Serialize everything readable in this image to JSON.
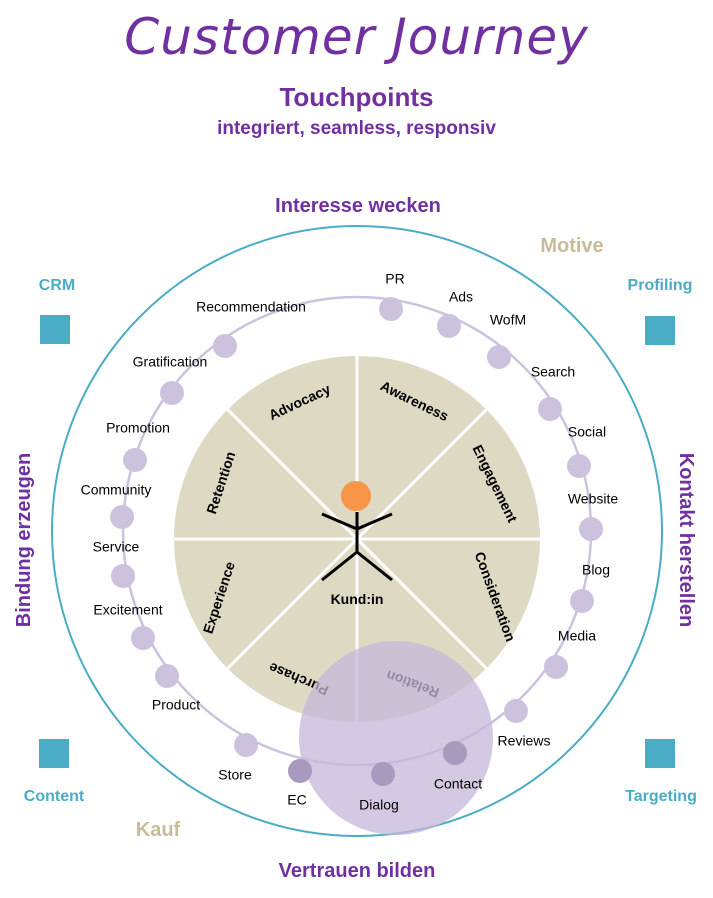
{
  "title": "Customer Journey",
  "subtitle": "Touchpoints",
  "tagline": "integriert, seamless, responsiv",
  "sides": {
    "top": "Interesse wecken",
    "bottom": "Vertrauen bilden",
    "left": "Bindung erzeugen",
    "right": "Kontakt herstellen"
  },
  "corners": {
    "top_left": "CRM",
    "top_right": "Profiling",
    "bottom_left": "Content",
    "bottom_right": "Targeting"
  },
  "motive": "Motive",
  "kauf": "Kauf",
  "center_label": "Kund:in",
  "phases": [
    "Awareness",
    "Engagement",
    "Consideration",
    "Relation",
    "Purchase",
    "Experience",
    "Retention",
    "Advocacy"
  ],
  "touchpoints": [
    "PR",
    "Ads",
    "WofM",
    "Search",
    "Social",
    "Website",
    "Blog",
    "Media",
    "Reviews",
    "Contact",
    "Dialog",
    "EC",
    "Store",
    "Product",
    "Excitement",
    "Service",
    "Community",
    "Promotion",
    "Gratification",
    "Recommendation"
  ],
  "colors": {
    "purple": "#7030a0",
    "teal": "#4bacc6",
    "beige": "#ddd9c3",
    "beige_text": "#c4bd97",
    "dot": "#cdc2dd",
    "dot_dark": "#a899bf",
    "overlay": "#c5b7da",
    "orange": "#f79646"
  }
}
